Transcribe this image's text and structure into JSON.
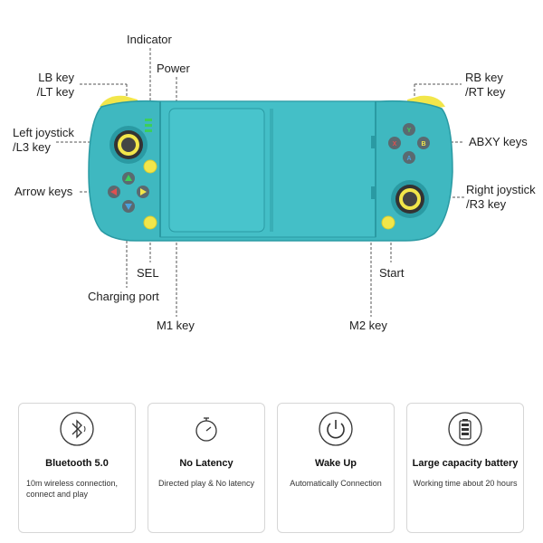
{
  "labels": {
    "indicator": "Indicator",
    "power": "Power",
    "lb": [
      "LB key",
      "/LT key"
    ],
    "rb": [
      "RB key",
      "/RT key"
    ],
    "left_joystick": [
      "Left joystick",
      "/L3 key"
    ],
    "abxy": "ABXY keys",
    "arrow": "Arrow keys",
    "right_joystick": [
      "Right joystick",
      "/R3 key"
    ],
    "sel": "SEL",
    "start": "Start",
    "charging": "Charging port",
    "m1": "M1 key",
    "m2": "M2 key"
  },
  "buttons": {
    "y": "Y",
    "x": "X",
    "b": "B",
    "a": "A"
  },
  "features": [
    {
      "icon": "bluetooth-icon",
      "title": "Bluetooth 5.0",
      "desc": [
        "10m wireless connection,",
        "connect and play"
      ]
    },
    {
      "icon": "stopwatch-icon",
      "title": "No Latency",
      "desc": [
        "Directed play & No latency"
      ]
    },
    {
      "icon": "power-icon",
      "title": "Wake Up",
      "desc": [
        "Automatically Connection"
      ]
    },
    {
      "icon": "battery-icon",
      "title": "Large capacity battery",
      "desc": [
        "Working time about 20 hours"
      ]
    }
  ],
  "colors": {
    "body": "#3fb8c0",
    "body_dark": "#2a9aa3",
    "accent_yellow": "#f2e64a"
  }
}
